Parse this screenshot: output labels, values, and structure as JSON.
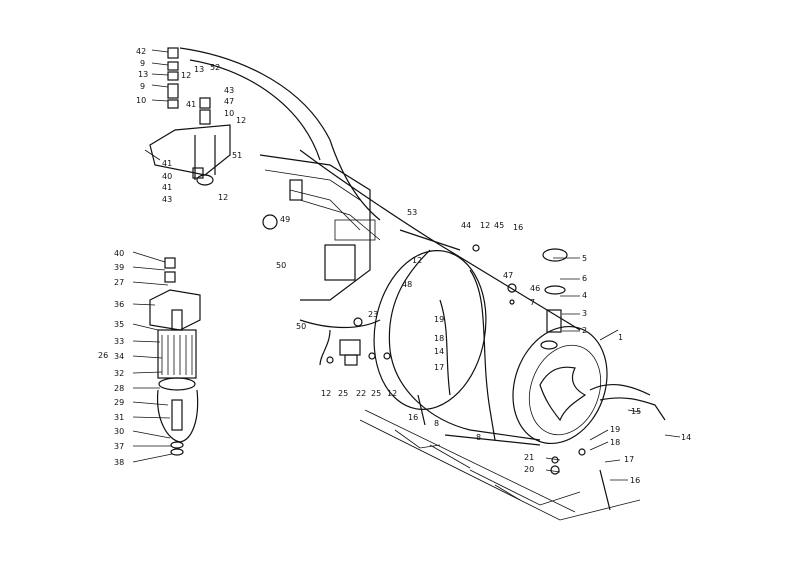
{
  "callouts": {
    "a42": "42",
    "a9a": "9",
    "a13a": "13",
    "a13b": "13",
    "a52": "52",
    "a9b": "9",
    "a12a": "12",
    "a10a": "10",
    "a43a": "43",
    "a41a": "41",
    "a47": "47",
    "a10b": "10",
    "a12b": "12",
    "a51": "51",
    "a41b": "41",
    "a40a": "40",
    "a41c": "41",
    "a43b": "43",
    "a12c": "12",
    "a49": "49",
    "b40": "40",
    "b39": "39",
    "b27": "27",
    "b36": "36",
    "b35": "35",
    "b33": "33",
    "b26": "26",
    "b34": "34",
    "b32": "32",
    "b28": "28",
    "b29": "29",
    "b31": "31",
    "b30": "30",
    "b37": "37",
    "b38": "38",
    "c53": "53",
    "c44": "44",
    "c12a": "12",
    "c45": "45",
    "c16a": "16",
    "c12b": "12",
    "c48": "48",
    "c50a": "50",
    "c50b": "50",
    "c23": "23",
    "c19a": "19",
    "c18a": "18",
    "c14a": "14",
    "c17a": "17",
    "c12c": "12",
    "c25a": "25",
    "c22": "22",
    "c25b": "25",
    "c12d": "12",
    "c16b": "16",
    "c8a": "8",
    "c8b": "8",
    "d5": "5",
    "d47": "47",
    "d6": "6",
    "d46": "46",
    "d4": "4",
    "d7": "7",
    "d3": "3",
    "d2": "2",
    "d1": "1",
    "d15": "15",
    "d14": "14",
    "d19": "19",
    "d18": "18",
    "d21": "21",
    "d17": "17",
    "d20": "20",
    "d16": "16"
  }
}
